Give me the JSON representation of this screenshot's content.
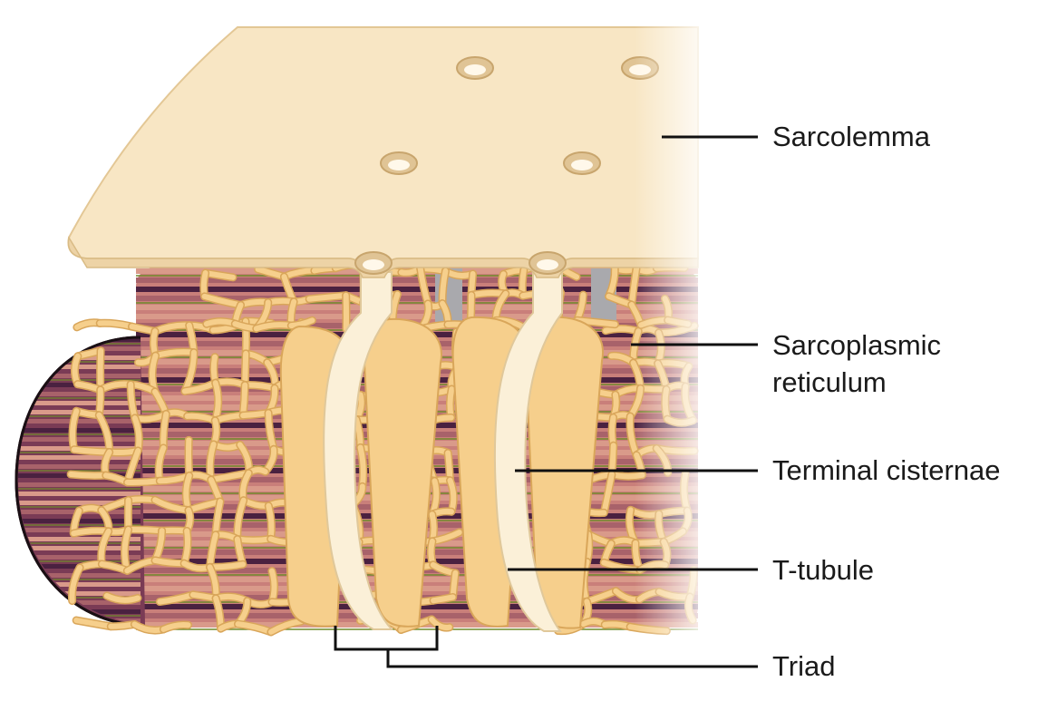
{
  "labels": {
    "sarcolemma": "Sarcolemma",
    "sarcoplasmic_reticulum_line1": "Sarcoplasmic",
    "sarcoplasmic_reticulum_line2": "reticulum",
    "terminal_cisternae": "Terminal cisternae",
    "t_tubule": "T-tubule",
    "triad": "Triad"
  },
  "colors": {
    "sarcolemma": "#f8e6c4",
    "sarcolemma_edge": "#e3c795",
    "reticulum": "#f6cf8c",
    "reticulum_edge": "#d9a65a",
    "ttubule": "#fbf0d8",
    "myofibril_light": "#d99a8a",
    "myofibril_mid": "#a8626a",
    "myofibril_dark": "#4a2140",
    "myofilament_green": "#6f8a2a",
    "ttubule_lumen": "#a9a9ad"
  }
}
